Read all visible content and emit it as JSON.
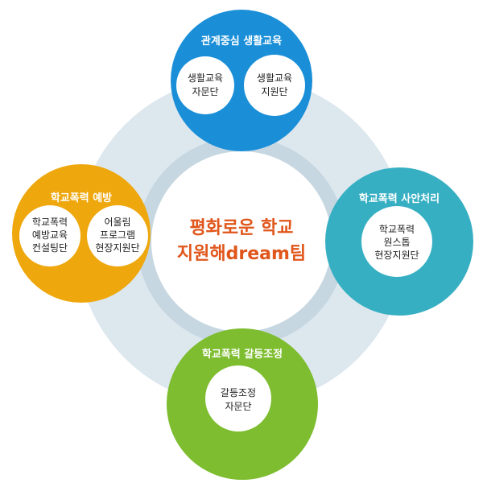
{
  "colors": {
    "ring_outer": "#dde7ee",
    "ring_inner": "#c6d7e2",
    "blue": "#1a8fd8",
    "orange": "#eea70c",
    "teal": "#36afc3",
    "green": "#7dbd2f",
    "center_text": "#e0561b"
  },
  "center": {
    "line1": "평화로운 학교",
    "line2": "지원해dream팀"
  },
  "nodes": {
    "top": {
      "title": "관계중심 생활교육",
      "items": [
        {
          "line1": "생활교육",
          "line2": "자문단"
        },
        {
          "line1": "생활교육",
          "line2": "지원단"
        }
      ]
    },
    "left": {
      "title": "학교폭력 예방",
      "items": [
        {
          "line1": "학교폭력",
          "line2": "예방교육",
          "line3": "컨설팅단"
        },
        {
          "line1": "어울림",
          "line2": "프로그램",
          "line3": "현장지원단"
        }
      ]
    },
    "right": {
      "title": "학교폭력 사안처리",
      "items": [
        {
          "line1": "학교폭력",
          "line2": "원스톱",
          "line3": "현장지원단"
        }
      ]
    },
    "bottom": {
      "title": "학교폭력 갈등조정",
      "items": [
        {
          "line1": "갈등조정",
          "line2": "자문단"
        }
      ]
    }
  }
}
